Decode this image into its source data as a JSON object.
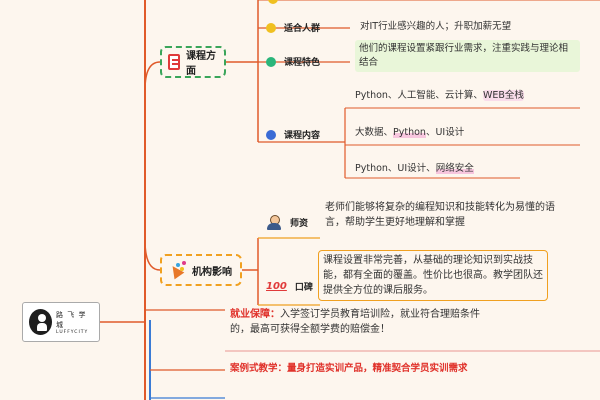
{
  "colors": {
    "background": "#fdf6ee",
    "branch_line": "#e05a2a",
    "green_accent": "#3aa55a",
    "orange_accent": "#f0a020",
    "blue_spine": "#3a7bd5",
    "red_text": "#e0322b"
  },
  "logo": {
    "name": "路 飞 学 城",
    "sub": "LUFFYCITY",
    "icon": "mascot-icon"
  },
  "course": {
    "label": "课程方面",
    "icon": "book-icon",
    "audience": {
      "label": "适合人群",
      "dot_color": "#f0c020",
      "text": "对IT行业感兴趣的人；升职加薪无望"
    },
    "features": {
      "label": "课程特色",
      "dot_color": "#2bb57a",
      "text": "他们的课程设置紧跟行业需求，注重实践与理论相结合"
    },
    "content": {
      "label": "课程内容",
      "dot_color": "#3a6bd5",
      "items": [
        {
          "before": "Python、人工智能、云计算、",
          "highlight": "WEB全栈",
          "after": ""
        },
        {
          "before": "大数据、",
          "highlight": "Python",
          "after": "、UI设计"
        },
        {
          "before": "Python、UI设计、",
          "highlight": "网络安全",
          "after": ""
        }
      ]
    }
  },
  "influence": {
    "label": "机构影响",
    "icon": "party-popper-icon",
    "teachers": {
      "label": "师资",
      "icon": "teacher-icon",
      "text": "老师们能够将复杂的编程知识和技能转化为易懂的语言，帮助学生更好地理解和掌握"
    },
    "reputation": {
      "label": "口碑",
      "icon": "100-icon",
      "icon_text": "100",
      "text": "课程设置非常完善，从基础的理论知识到实战技能，都有全面的覆盖。性价比也很高。教学团队还提供全方位的课后服务。"
    }
  },
  "guarantee": {
    "label": "就业保障：",
    "text": "入学签订学员教育培训险，就业符合理赔条件的，最高可获得全额学费的赔偿金！"
  },
  "case_teaching": {
    "text": "案例式教学：量身打造实训产品，精准契合学员实训需求"
  }
}
